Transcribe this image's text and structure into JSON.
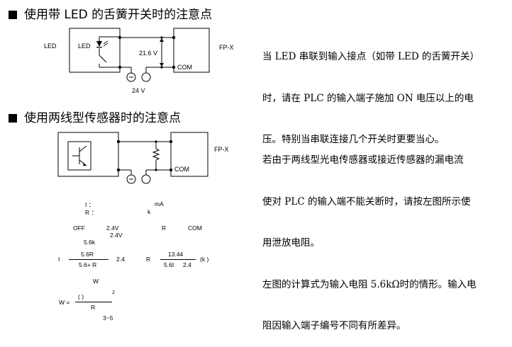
{
  "section1": {
    "title": "使用带 LED 的舌簧开关时的注意点",
    "paragraph": [
      "当 LED 串联到输入接点（如带 LED 的舌簧开关）",
      "时，请在 PLC 的输入端子施加 ON 电压以上的电",
      "压。特别当串联连接几个开关时更要当心。"
    ],
    "diagram": {
      "led_outer": "LED",
      "led_inner": "LED",
      "voltage": "21.6 V",
      "plc": "FP-X",
      "com": "COM",
      "supply": "24 V"
    }
  },
  "section2": {
    "title": "使用两线型传感器时的注意点",
    "paragraph": [
      "若由于两线型光电传感器或接近传感器的漏电流",
      "使对 PLC 的输入端不能关断时，请按左图所示使",
      "用泄放电阻。",
      "左图的计算式为输入电阻 5.6kΩ时的情形。输入电",
      "阻因输入端子编号不同有所差异。"
    ],
    "diagram": {
      "plc": "FP-X",
      "com": "COM"
    }
  },
  "formula": {
    "i_colon": "I ：",
    "ma": "mA",
    "r_colon": "R ：",
    "k": "k",
    "off": "OFF",
    "v1": "2.4V",
    "r_label": "R",
    "com": "COM",
    "v2": "2.4V",
    "r56k": "5.6k",
    "i2": "I",
    "frac1_num": "5.6R",
    "frac1_den": "5.6+ R",
    "val24": "2.4",
    "r2": "R",
    "frac2_num": "13.44",
    "frac2_den_a": "5.6I",
    "frac2_den_b": "2.4",
    "unit_k": "(k )",
    "w_top": "W",
    "w_eq": "W =",
    "paren": "(           )",
    "sup2": "2",
    "r_den": "R",
    "range": "3~5"
  }
}
